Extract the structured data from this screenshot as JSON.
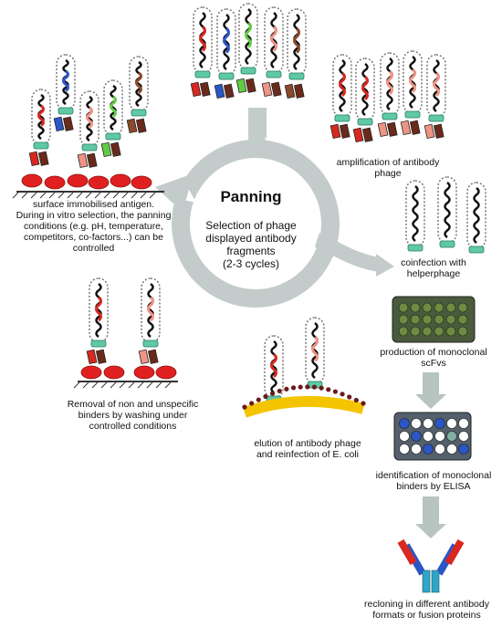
{
  "center": {
    "title": "Panning",
    "subtitle": [
      "Selection of phage",
      "displayed antibody",
      "fragments",
      "(2-3 cycles)"
    ]
  },
  "labels": {
    "surface": [
      "surface immobilised antigen.",
      "During in vitro selection, the panning",
      "conditions (e.g. pH, temperature,",
      "competitors, co-factors...) can be",
      "controlled"
    ],
    "amplification": [
      "amplification of antibody",
      "phage"
    ],
    "coinfection": [
      "coinfection with",
      "helperphage"
    ],
    "production": [
      "production of monoclonal",
      "scFvs"
    ],
    "removal": [
      "Removal of non and unspecific",
      "binders by washing under",
      "controlled conditions"
    ],
    "elution": [
      "elution of antibody phage",
      "and reinfection of E. coli"
    ],
    "identification": [
      "identification of monoclonal",
      "binders by ELISA"
    ],
    "recloning": [
      "recloning in different antibody",
      "formats or fusion proteins"
    ]
  },
  "colors": {
    "cycle_arrow": "#c3ccca",
    "flow_arrow": "#b8c4c2",
    "antigen": "#e02020",
    "phage_coat": "#ffffff",
    "scfv_red": "#d8281f",
    "scfv_blue": "#2a56c8",
    "scfv_green": "#63cc44",
    "scfv_salmon": "#ef9384",
    "scfv_brown": "#8a4a2a",
    "plate": "#4a5a3c",
    "plate_well": "#6f8a42",
    "elisa_plate": "#54606c",
    "membrane": "#f4c400",
    "membrane_head": "#6a1a1a"
  }
}
